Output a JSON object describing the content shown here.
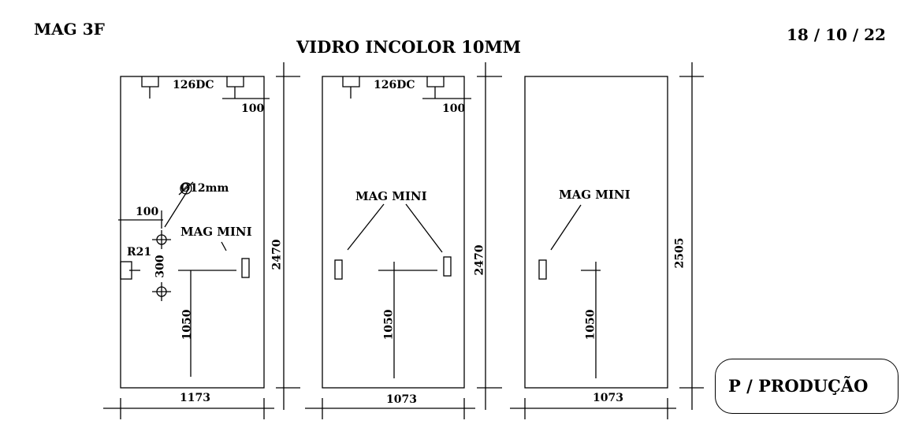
{
  "header": {
    "model": "MAG 3F",
    "date": "18 / 10 / 22",
    "title": "VIDRO INCOLOR 10MM"
  },
  "panel1": {
    "hinge_label": "126DC",
    "hinge_offset": "100",
    "hole_diameter": "Ø12mm",
    "hole_offset": "100",
    "handle_label": "MAG MINI",
    "radius_label": "R21",
    "hole_spacing": "300",
    "handle_height": "1050",
    "width": "1173",
    "height": "2470"
  },
  "panel2": {
    "hinge_label": "126DC",
    "hinge_offset": "100",
    "handle_label": "MAG MINI",
    "handle_height": "1050",
    "width": "1073",
    "height": "2470"
  },
  "panel3": {
    "handle_label": "MAG MINI",
    "handle_height": "1050",
    "width": "1073",
    "height": "2505"
  },
  "stamp": {
    "label": "P / PRODUÇÃO"
  }
}
